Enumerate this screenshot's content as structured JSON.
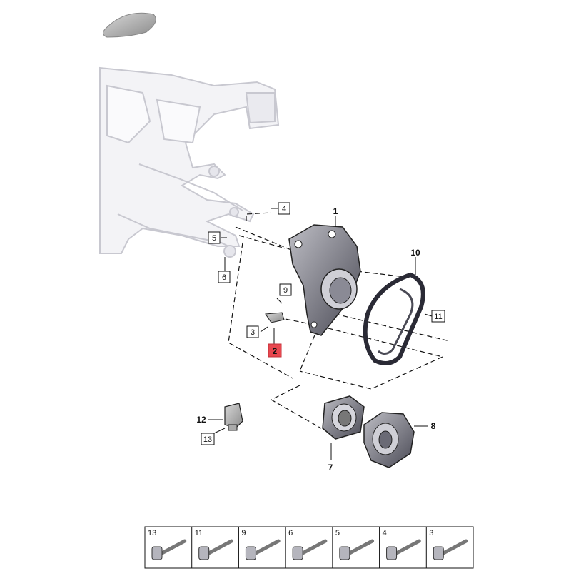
{
  "diagram": {
    "callouts": {
      "c1": "1",
      "c2": "2",
      "c3": "3",
      "c4": "4",
      "c5": "5",
      "c6": "6",
      "c7": "7",
      "c8": "8",
      "c9": "9",
      "c10": "10",
      "c11": "11",
      "c12": "12",
      "c13": "13"
    },
    "highlight_color": "#e8474f",
    "hardware_table": [
      "13",
      "11",
      "9",
      "6",
      "5",
      "4",
      "3"
    ]
  }
}
